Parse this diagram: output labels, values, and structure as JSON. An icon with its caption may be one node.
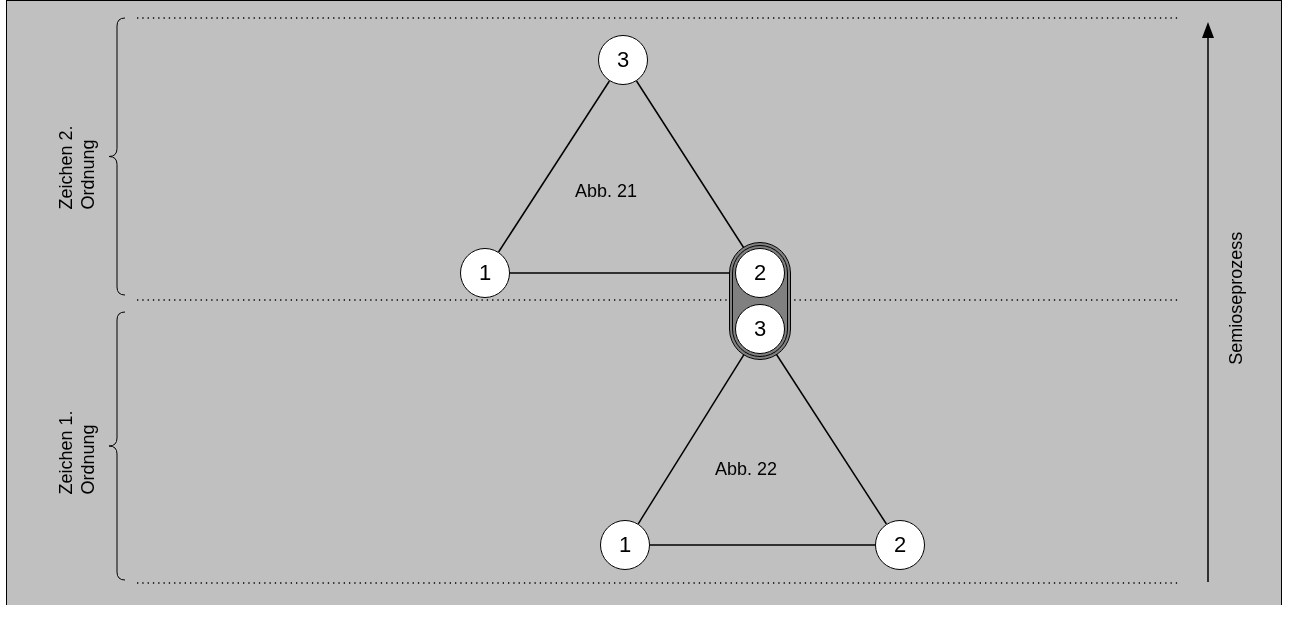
{
  "diagram": {
    "nodes": [
      {
        "text": [
          "3"
        ]
      },
      {
        "text": [
          "1"
        ]
      },
      {
        "text": [],
        "shape": "box"
      },
      {
        "text": [
          "2"
        ],
        "in": 2
      },
      {
        "text": [
          "3"
        ],
        "in": 2
      },
      {
        "text": [
          "1"
        ]
      },
      {
        "text": [
          "2"
        ]
      }
    ],
    "edges": [
      {
        "from": 0,
        "to": 1,
        "arrow": "none"
      },
      {
        "from": 0,
        "to": 3,
        "arrow": "none"
      },
      {
        "from": 1,
        "to": 3,
        "arrow": "none"
      },
      {
        "from": 4,
        "to": 5,
        "arrow": "none"
      },
      {
        "from": 4,
        "to": 6,
        "arrow": "none"
      },
      {
        "from": 5,
        "to": 6,
        "arrow": "none"
      }
    ],
    "labels": [
      "Zeichen 2. Ordnung",
      "Abb. 21",
      "Zeichen 1. Ordnung",
      "Abb. 22",
      "Semioseprozess"
    ]
  }
}
